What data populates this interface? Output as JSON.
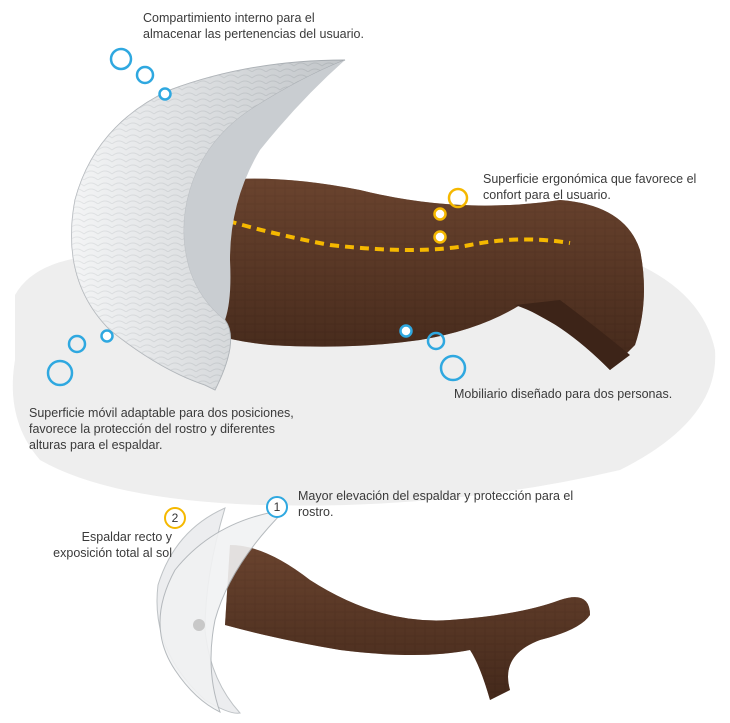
{
  "colors": {
    "shell": "#e6e8ea",
    "shell_dark": "#b9bec3",
    "wood": "#5a3826",
    "wood_dark": "#3d2418",
    "accent_blue": "#2fa8e0",
    "accent_yellow": "#f5b800"
  },
  "annotations": {
    "compartment": "Compartimiento interno para el\nalmacenar las pertenencias del usuario.",
    "ergonomic": "Superficie ergonómica que favorece el\nconfort para el usuario.",
    "two_people": "Mobiliario diseñado  para dos personas.",
    "mobile_surface": "Superficie móvil adaptable para dos posiciones,\nfavorece la protección del rostro y  diferentes\nalturas para el espaldar."
  },
  "positions": {
    "one": {
      "number": "1",
      "text": "Mayor elevación del espaldar y protección para el\nrostro."
    },
    "two": {
      "number": "2",
      "text": "Espaldar recto y\nexposición total al sol"
    }
  }
}
